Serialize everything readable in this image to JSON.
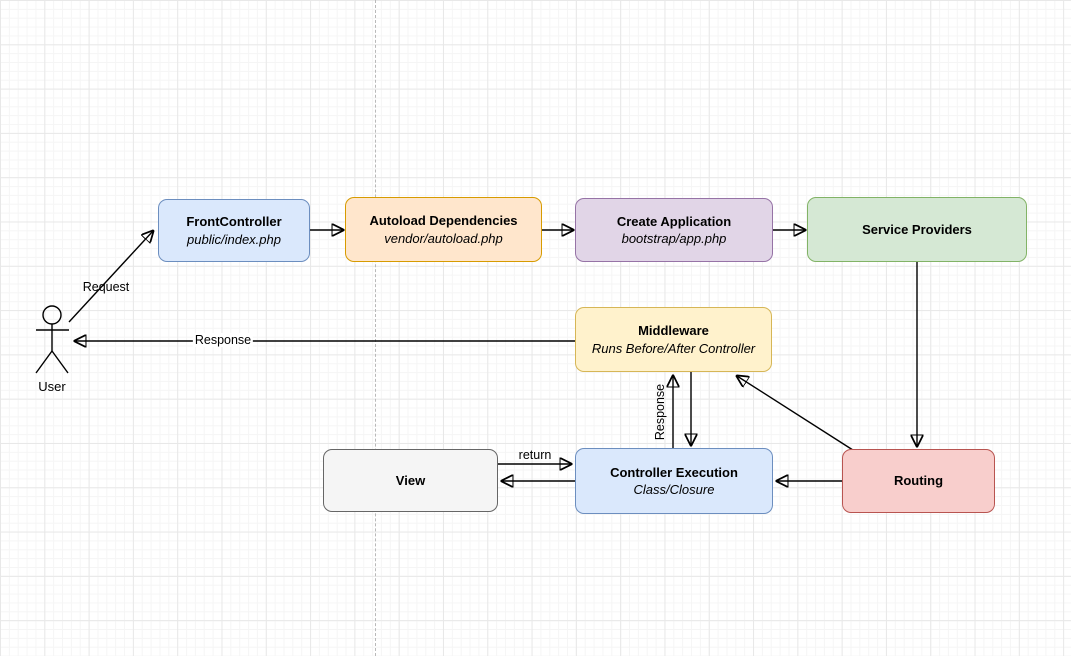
{
  "diagram": {
    "title_semantic": "PHP framework request lifecycle flow diagram",
    "actor": {
      "label": "User"
    },
    "nodes": [
      {
        "id": "front-controller",
        "title": "FrontController",
        "subtitle": "public/index.php",
        "fill": "#dae8fc",
        "stroke": "#6c8ebf"
      },
      {
        "id": "autoload-dependencies",
        "title": "Autoload Dependencies",
        "subtitle": "vendor/autoload.php",
        "fill": "#ffe6cc",
        "stroke": "#d79b00"
      },
      {
        "id": "create-application",
        "title": "Create Application",
        "subtitle": "bootstrap/app.php",
        "fill": "#e1d5e7",
        "stroke": "#9673a6"
      },
      {
        "id": "service-providers",
        "title": "Service Providers",
        "subtitle": "",
        "fill": "#d5e8d4",
        "stroke": "#82b366"
      },
      {
        "id": "middleware",
        "title": "Middleware",
        "subtitle": "Runs Before/After Controller",
        "fill": "#fff2cc",
        "stroke": "#d6b656"
      },
      {
        "id": "view",
        "title": "View",
        "subtitle": "",
        "fill": "#f5f5f5",
        "stroke": "#666666"
      },
      {
        "id": "controller-execution",
        "title": "Controller Execution",
        "subtitle": "Class/Closure",
        "fill": "#dae8fc",
        "stroke": "#6c8ebf"
      },
      {
        "id": "routing",
        "title": "Routing",
        "subtitle": "",
        "fill": "#f8cecc",
        "stroke": "#b85450"
      }
    ],
    "edges": [
      {
        "from": "user",
        "to": "front-controller",
        "label": "Request"
      },
      {
        "from": "front-controller",
        "to": "autoload-dependencies",
        "label": ""
      },
      {
        "from": "autoload-dependencies",
        "to": "create-application",
        "label": ""
      },
      {
        "from": "create-application",
        "to": "service-providers",
        "label": ""
      },
      {
        "from": "service-providers",
        "to": "routing",
        "label": ""
      },
      {
        "from": "routing",
        "to": "controller-execution",
        "label": ""
      },
      {
        "from": "routing",
        "to": "middleware",
        "label": ""
      },
      {
        "from": "middleware",
        "to": "controller-execution",
        "label": ""
      },
      {
        "from": "controller-execution",
        "to": "middleware",
        "label": "Response"
      },
      {
        "from": "view",
        "to": "controller-execution",
        "label": "return"
      },
      {
        "from": "controller-execution",
        "to": "view",
        "label": ""
      },
      {
        "from": "middleware",
        "to": "user",
        "label": "Response"
      }
    ]
  }
}
